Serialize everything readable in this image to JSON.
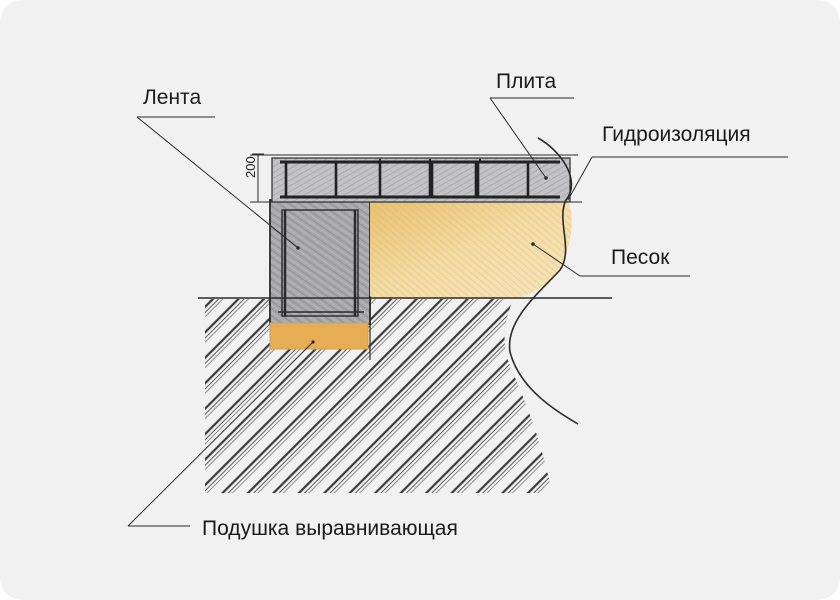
{
  "labels": {
    "lenta": "Лента",
    "plita": "Плита",
    "gidroizolyatsiya": "Гидроизоляция",
    "pesok": "Песок",
    "podushka": "Подушка выравнивающая"
  },
  "dimension": {
    "slab_thickness": "200"
  },
  "colors": {
    "background": "#f1f1f2",
    "concrete": "#a9a9ab",
    "sand": "#f0d49a",
    "cushion": "#e6ad52",
    "ink": "#1a1a1a",
    "soil_hatch": "#4a4a4a"
  }
}
